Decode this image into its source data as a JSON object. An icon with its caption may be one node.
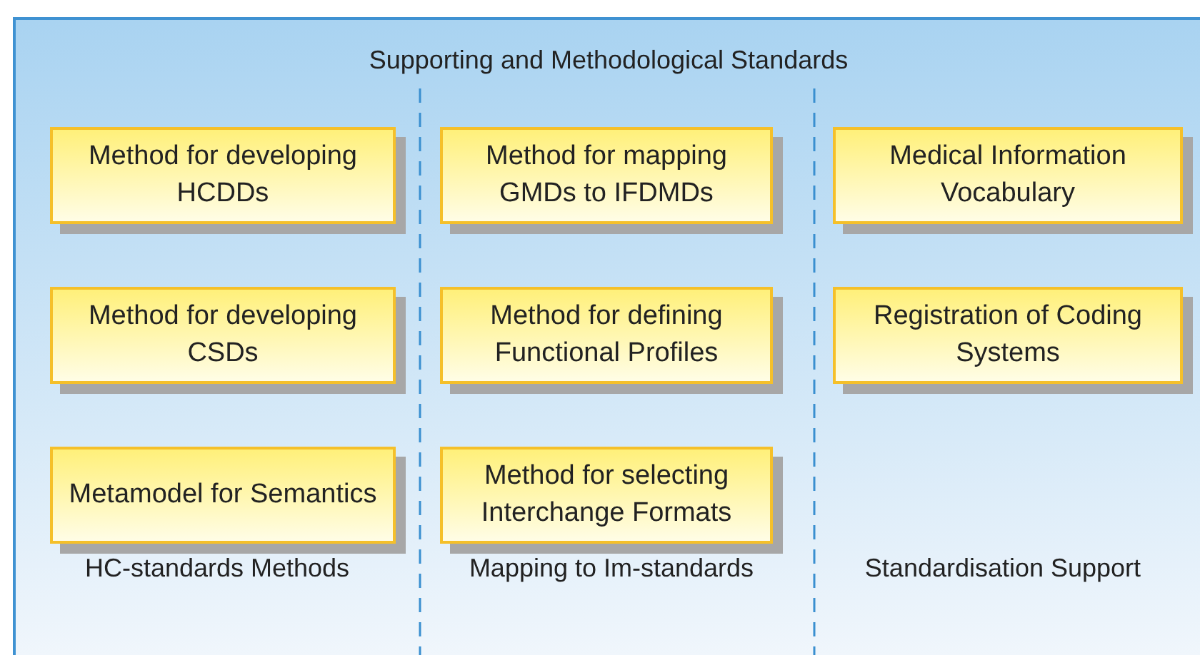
{
  "diagram": {
    "nodes": [
      {
        "text": [
          "Supporting and Methodological Standards"
        ]
      },
      {
        "text": [
          "Method for developing HCDDs"
        ],
        "in": 0
      },
      {
        "text": [
          "Method for mapping GMDs to IFDMDs"
        ],
        "in": 0
      },
      {
        "text": [
          "Medical Information Vocabulary"
        ],
        "in": 0
      },
      {
        "text": [
          "Method for developing CSDs"
        ],
        "in": 0
      },
      {
        "text": [
          "Method for defining Functional Profiles"
        ],
        "in": 0
      },
      {
        "text": [
          "Registration of Coding Systems"
        ],
        "in": 0
      },
      {
        "text": [
          "Metamodel for Semantics"
        ],
        "in": 0
      },
      {
        "text": [
          "Method for selecting Interchange Formats"
        ],
        "in": 0
      }
    ],
    "labels": [
      "HC-standards Methods",
      "Mapping to Im-standards",
      "Standardisation Support"
    ]
  }
}
